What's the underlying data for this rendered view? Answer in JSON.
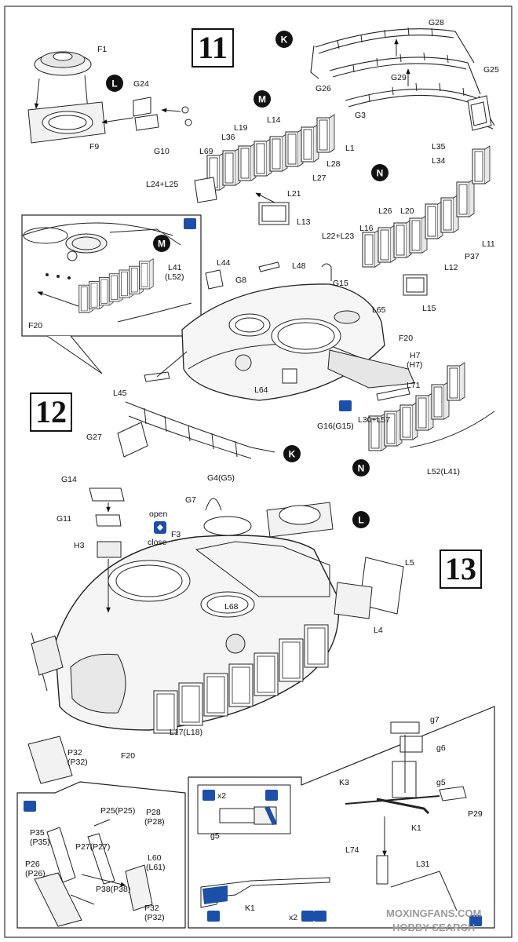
{
  "steps": {
    "s11": "11",
    "s12": "12",
    "s13": "13"
  },
  "markers": {
    "K": "K",
    "L": "L",
    "M": "M",
    "N": "N"
  },
  "labels": {
    "F1": "F1",
    "F9": "F9",
    "G24": "G24",
    "G10": "G10",
    "G28": "G28",
    "G26": "G26",
    "G29": "G29",
    "G25": "G25",
    "G3": "G3",
    "L14": "L14",
    "L19": "L19",
    "L36": "L36",
    "L69": "L69",
    "L1": "L1",
    "L28": "L28",
    "L27": "L27",
    "L21": "L21",
    "L24_L25": "L24+L25",
    "L13": "L13",
    "L35": "L35",
    "L34": "L34",
    "L26": "L26",
    "L20": "L20",
    "L16": "L16",
    "L22_L23": "L22+L23",
    "L11": "L11",
    "P37": "P37",
    "L12": "L12",
    "L15": "L15",
    "L41": "L41",
    "L41b": "(L52)",
    "F20a": "F20",
    "L44": "L44",
    "L48": "L48",
    "G8": "G8",
    "G15": "G15",
    "L65": "L65",
    "F20b": "F20",
    "H7": "H7",
    "H7b": "(H7)",
    "L71": "L71",
    "L45": "L45",
    "L64": "L64",
    "L30_L57": "L30+L57",
    "G16": "G16(G15)",
    "G27": "G27",
    "L52": "L52(L41)",
    "G14": "G14",
    "G4": "G4(G5)",
    "G7": "G7",
    "F3": "F3",
    "open": "open",
    "close": "close",
    "G11": "G11",
    "H3": "H3",
    "L5": "L5",
    "L4": "L4",
    "L68": "L68",
    "F20c": "F20",
    "L17": "L17(L18)",
    "P32": "P32",
    "P32b": "(P32)",
    "g7": "g7",
    "g6": "g6",
    "K3": "K3",
    "g5": "g5",
    "P29": "P29",
    "K1": "K1",
    "L74": "L74",
    "L31": "L31",
    "P25": "P25(P25)",
    "P28": "P28",
    "P28b": "(P28)",
    "P35": "P35",
    "P35b": "(P35)",
    "P27": "P27(P27)",
    "L60": "L60",
    "L60b": "(L61)",
    "P26": "P26",
    "P26b": "(P26)",
    "P38": "P38(P38)",
    "P32c": "P32",
    "P32d": "(P32)",
    "g5b": "g5",
    "K1b": "K1",
    "x2a": "x2",
    "x2b": "x2"
  },
  "watermark": {
    "line1": "MOXINGFANS.COM",
    "line2": "HOBBY SEARCH"
  }
}
